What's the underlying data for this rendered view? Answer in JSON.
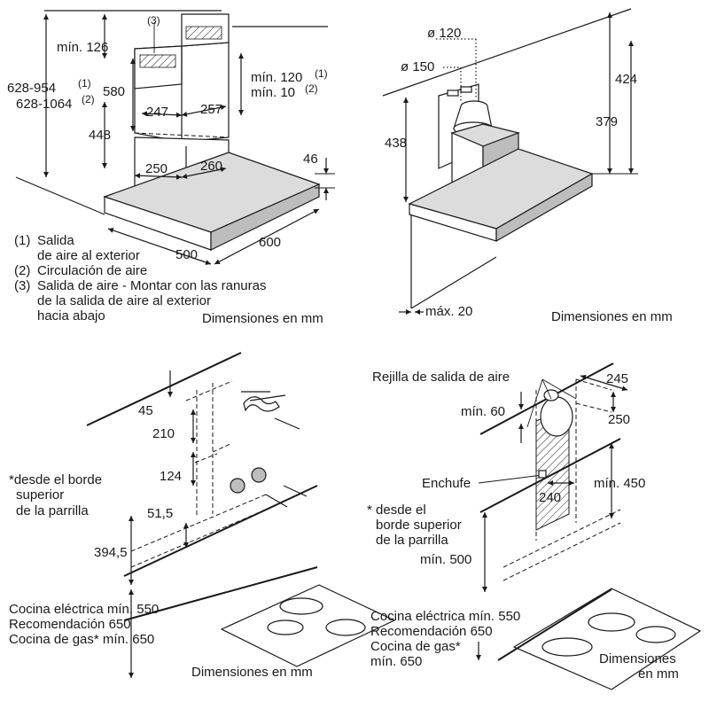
{
  "panel1": {
    "label_callout": "(3)",
    "dim_min126": "mín. 126",
    "dim_range1": "628-954",
    "dim_range1_note": "(1)",
    "dim_range2": "628-1064",
    "dim_range2_note": "(2)",
    "dim_580": "580",
    "dim_448": "448",
    "dim_247": "247",
    "dim_257": "257",
    "dim_250": "250",
    "dim_260": "260",
    "dim_min120": "mín. 120",
    "dim_min120_note": "(1)",
    "dim_min10": "mín. 10",
    "dim_min10_note": "(2)",
    "dim_46": "46",
    "dim_500": "500",
    "dim_600": "600",
    "legend": [
      {
        "num": "(1)",
        "lines": [
          "Salida",
          "de aire al exterior"
        ]
      },
      {
        "num": "(2)",
        "lines": [
          "Circulación de aire"
        ]
      },
      {
        "num": "(3)",
        "lines": [
          "Salida de aire - Montar con las ranuras",
          "de la salida de aire al exterior",
          "hacia abajo"
        ]
      }
    ],
    "units": "Dimensiones en mm"
  },
  "panel2": {
    "dim_d120": "ø 120",
    "dim_d150": "ø 150",
    "dim_424": "424",
    "dim_379": "379",
    "dim_438": "438",
    "dim_max20": "máx. 20",
    "units": "Dimensiones en mm"
  },
  "panel3": {
    "dim_45": "45",
    "dim_210": "210",
    "dim_124": "124",
    "dim_515": "51,5",
    "dim_3945": "394,5",
    "note": [
      "*desde el borde",
      "superior",
      "de la parrilla"
    ],
    "cooktop": [
      "Cocina eléctrica mín. 550",
      "Recomendación 650",
      "Cocina de gas* mín. 650"
    ],
    "units": "Dimensiones en mm"
  },
  "panel4": {
    "grille": "Rejilla de salida de aire",
    "dim_245": "245",
    "dim_min60": "mín. 60",
    "dim_250": "250",
    "socket": "Enchufe",
    "dim_240": "240",
    "dim_min450": "mín. 450",
    "note": [
      "* desde el",
      "borde superior",
      "de la parrilla"
    ],
    "dim_min500": "mín. 500",
    "cooktop": [
      "Cocina eléctrica mín. 550",
      "Recomendación 650",
      "Cocina de gas*",
      "mín. 650"
    ],
    "units": [
      "Dimensiones",
      "en mm"
    ]
  }
}
